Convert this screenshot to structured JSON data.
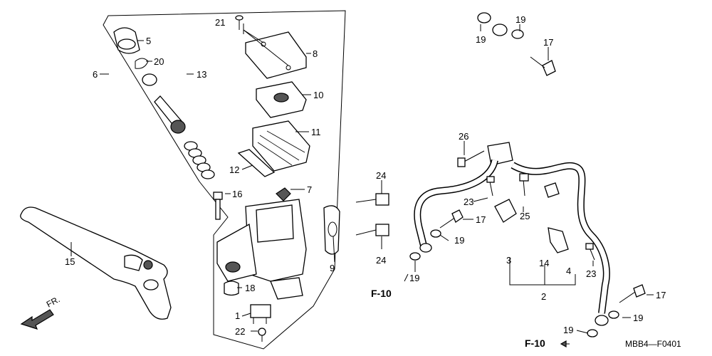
{
  "labels": {
    "l1": "1",
    "l2": "2",
    "l3": "3",
    "l4": "4",
    "l5": "5",
    "l6": "6",
    "l7": "7",
    "l8": "8",
    "l9": "9",
    "l10": "10",
    "l11": "11",
    "l12": "12",
    "l13": "13",
    "l14": "14",
    "l15": "15",
    "l16": "16",
    "l17a": "17",
    "l17b": "17",
    "l17c": "17",
    "l18": "18",
    "l19a": "19",
    "l19b": "19",
    "l19c": "19",
    "l19d": "19",
    "l19e": "19",
    "l19f": "19",
    "l20": "20",
    "l21": "21",
    "l22": "22",
    "l23a": "23",
    "l23b": "23",
    "l24a": "24",
    "l24b": "24",
    "l25": "25",
    "l26": "26"
  },
  "refs": {
    "f10_left": "F-10",
    "f10_bottom": "F-10"
  },
  "front_arrow": "FR.",
  "diagram_code": "MBB4—F0401"
}
